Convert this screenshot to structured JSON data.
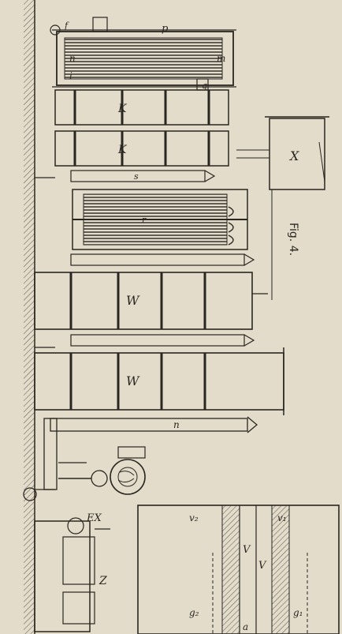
{
  "figure": {
    "caption": "Fig. 4.",
    "labels": {
      "X": "X",
      "K": "K",
      "W": "W",
      "Z": "Z",
      "EX": "EX",
      "n": "n",
      "m": "m",
      "i": "i",
      "p": "p",
      "f": "f",
      "q": "q",
      "s": "s",
      "r": "r",
      "v1": "v₁",
      "v2": "v₂",
      "g1": "g₁",
      "g2": "g₂",
      "V": "V",
      "a": "a"
    }
  },
  "colors": {
    "paper": "#e3dccb",
    "ink": "#2a2620",
    "hatch": "#5a544a"
  }
}
